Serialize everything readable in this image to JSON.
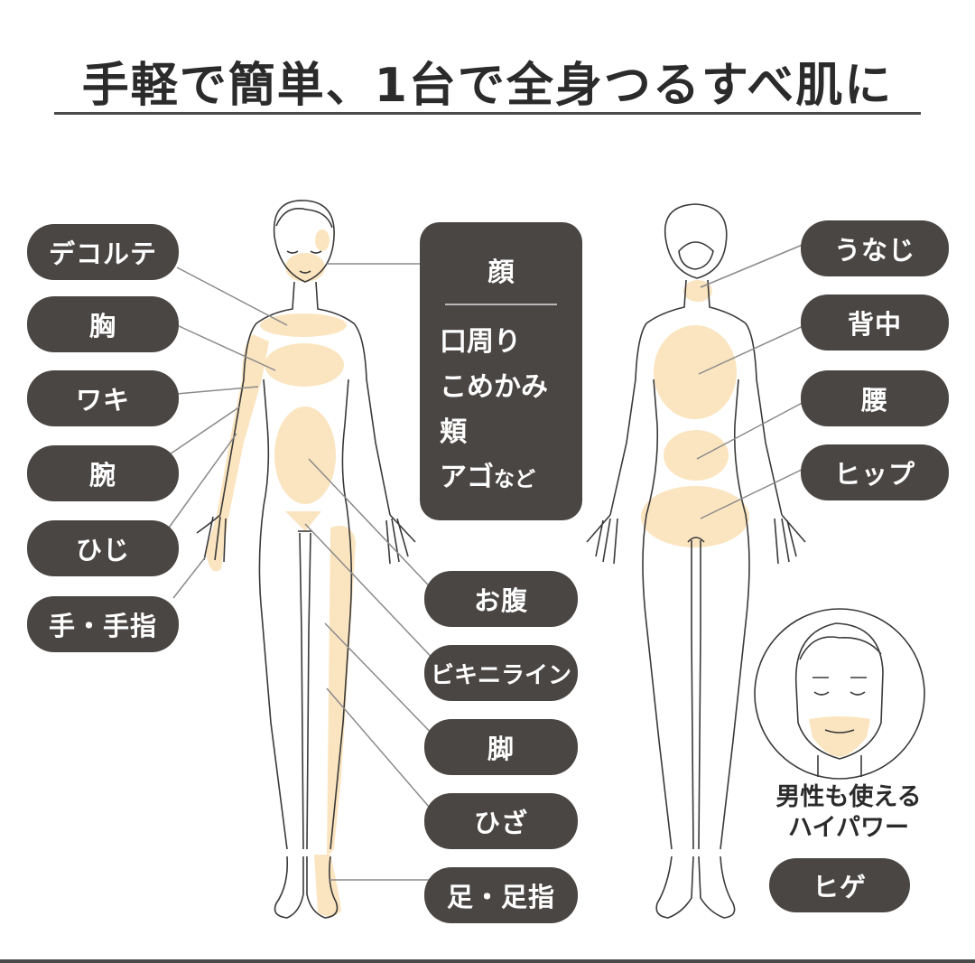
{
  "title": "手軽で簡単、1台で全身つるすべ肌に",
  "colors": {
    "pill_bg": "#4a4644",
    "pill_text": "#ffffff",
    "highlight_area": "#fbe5c0",
    "outline": "#3a3a3a",
    "leader_line": "#8a8a8a"
  },
  "front_labels_left": [
    {
      "label": "デコルテ"
    },
    {
      "label": "胸"
    },
    {
      "label": "ワキ"
    },
    {
      "label": "腕"
    },
    {
      "label": "ひじ"
    },
    {
      "label": "手・手指"
    }
  ],
  "face_box": {
    "title": "顔",
    "items": [
      "口周り",
      "こめかみ",
      "頬",
      "アゴ",
      "など"
    ]
  },
  "front_labels_center": [
    {
      "label": "お腹"
    },
    {
      "label": "ビキニライン"
    },
    {
      "label": "脚"
    },
    {
      "label": "ひざ"
    },
    {
      "label": "足・足指"
    }
  ],
  "back_labels_right": [
    {
      "label": "うなじ"
    },
    {
      "label": "背中"
    },
    {
      "label": "腰"
    },
    {
      "label": "ヒップ"
    }
  ],
  "male_section": {
    "caption_line1": "男性も使える",
    "caption_line2": "ハイパワー",
    "label": "ヒゲ"
  }
}
